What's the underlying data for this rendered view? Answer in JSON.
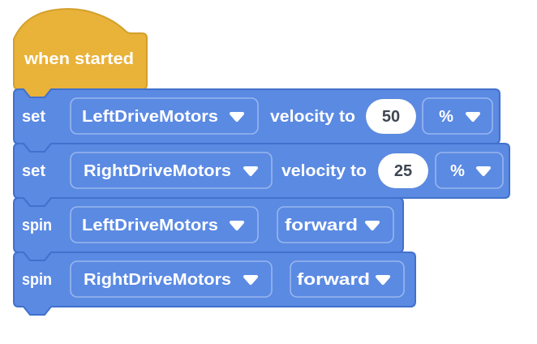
{
  "colors": {
    "block_blue": "#5b8ae3",
    "block_blue_border": "#4171cc",
    "hat_gold": "#e9b239",
    "hat_gold_border": "#d3a02c",
    "label_text": "#ffffff",
    "value_text": "#3f4653",
    "background": "#ffffff"
  },
  "workspace": {
    "hat_block": {
      "label": "when started"
    },
    "blocks": [
      {
        "type": "set-velocity",
        "opcode_label": "set",
        "motor": "LeftDriveMotors",
        "mid_label": "velocity to",
        "value": "50",
        "unit": "%"
      },
      {
        "type": "set-velocity",
        "opcode_label": "set",
        "motor": "RightDriveMotors",
        "mid_label": "velocity to",
        "value": "25",
        "unit": "%"
      },
      {
        "type": "spin",
        "opcode_label": "spin",
        "motor": "LeftDriveMotors",
        "direction": "forward"
      },
      {
        "type": "spin",
        "opcode_label": "spin",
        "motor": "RightDriveMotors",
        "direction": "forward"
      }
    ]
  }
}
